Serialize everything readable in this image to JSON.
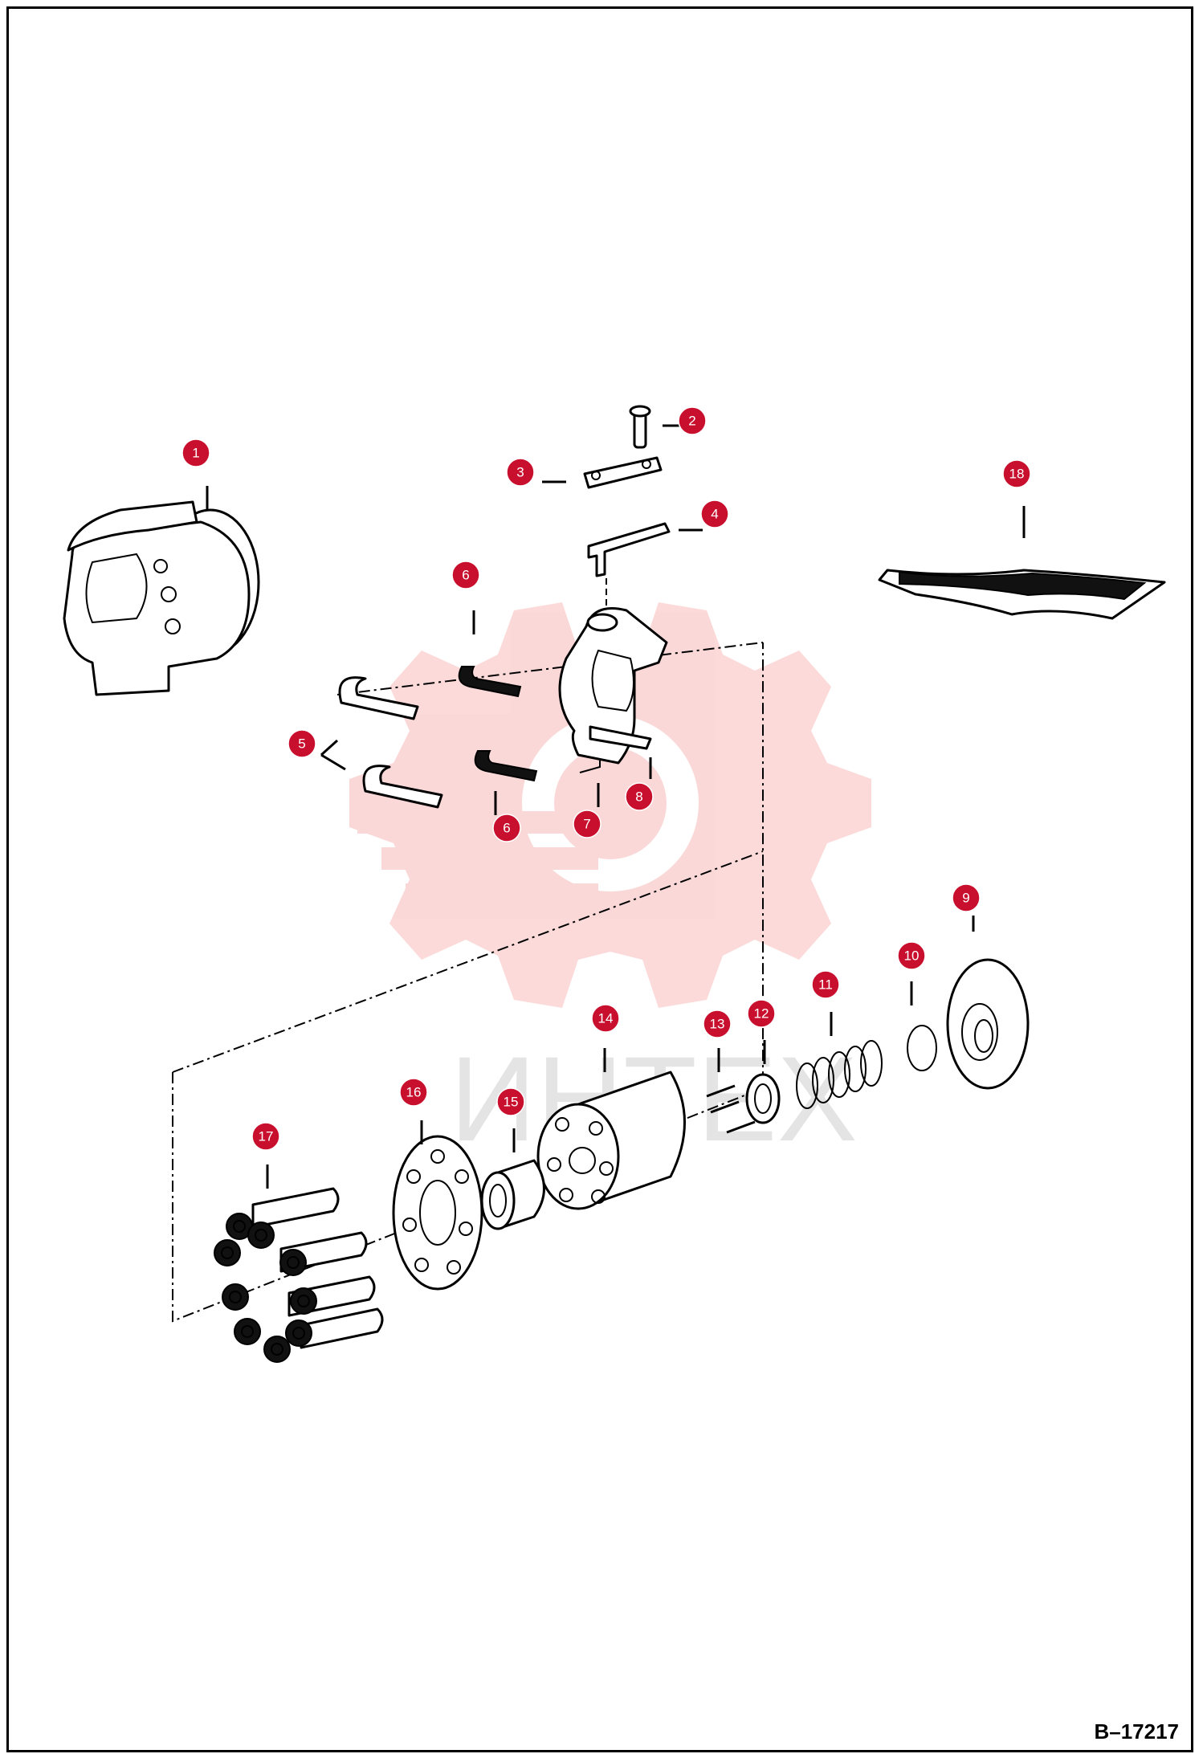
{
  "figure": {
    "code": "B–17217"
  },
  "watermark": {
    "text": "ИНТЕХ",
    "color": "#e8302e"
  },
  "callouts": [
    {
      "id": "1",
      "label": "1"
    },
    {
      "id": "2",
      "label": "2"
    },
    {
      "id": "3",
      "label": "3"
    },
    {
      "id": "4",
      "label": "4"
    },
    {
      "id": "5",
      "label": "5"
    },
    {
      "id": "6a",
      "label": "6"
    },
    {
      "id": "6b",
      "label": "6"
    },
    {
      "id": "7",
      "label": "7"
    },
    {
      "id": "8",
      "label": "8"
    },
    {
      "id": "9",
      "label": "9"
    },
    {
      "id": "10",
      "label": "10"
    },
    {
      "id": "11",
      "label": "11"
    },
    {
      "id": "12",
      "label": "12"
    },
    {
      "id": "13",
      "label": "13"
    },
    {
      "id": "14",
      "label": "14"
    },
    {
      "id": "15",
      "label": "15"
    },
    {
      "id": "16",
      "label": "16"
    },
    {
      "id": "17",
      "label": "17"
    },
    {
      "id": "18",
      "label": "18"
    }
  ],
  "colors": {
    "callout": "#c8102e",
    "line": "#000000"
  }
}
